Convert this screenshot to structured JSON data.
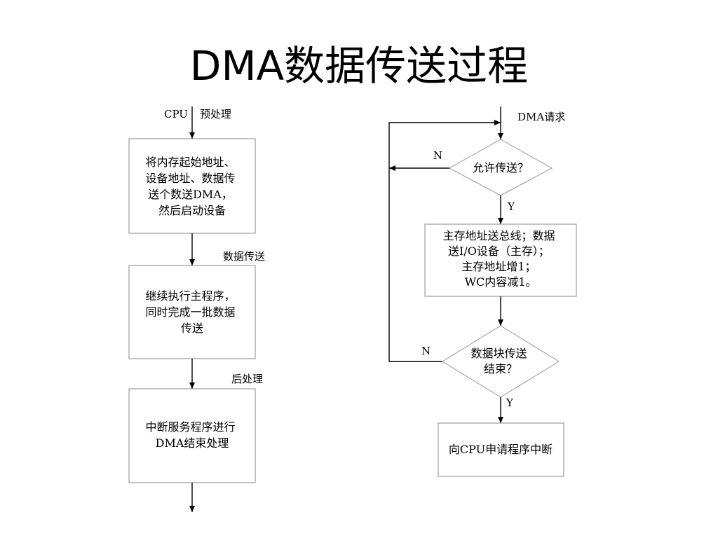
{
  "title": "DMA数据传送过程",
  "left": {
    "label_cpu": "CPU",
    "label_pre": "预处理",
    "box1": [
      "将内存起始地址、",
      "设备地址、数据传",
      "送个数送DMA，",
      "然后启动设备"
    ],
    "label_transfer": "数据传送",
    "box2": [
      "继续执行主程序，",
      "同时完成一批数据",
      "传送"
    ],
    "label_post": "后处理",
    "box3": [
      "中断服务程序进行",
      "DMA结束处理"
    ]
  },
  "right": {
    "label_request": "DMA请求",
    "diamond1": "允许传送？",
    "label_n1": "N",
    "label_y1": "Y",
    "box1": [
      "主存地址送总线；数据",
      "送I/O设备（主存）；",
      "主存地址增1；",
      "WC内容减1。"
    ],
    "diamond2": [
      "数据块传送",
      "结束？"
    ],
    "label_n2": "N",
    "label_y2": "Y",
    "box2": "向CPU申请程序中断"
  }
}
